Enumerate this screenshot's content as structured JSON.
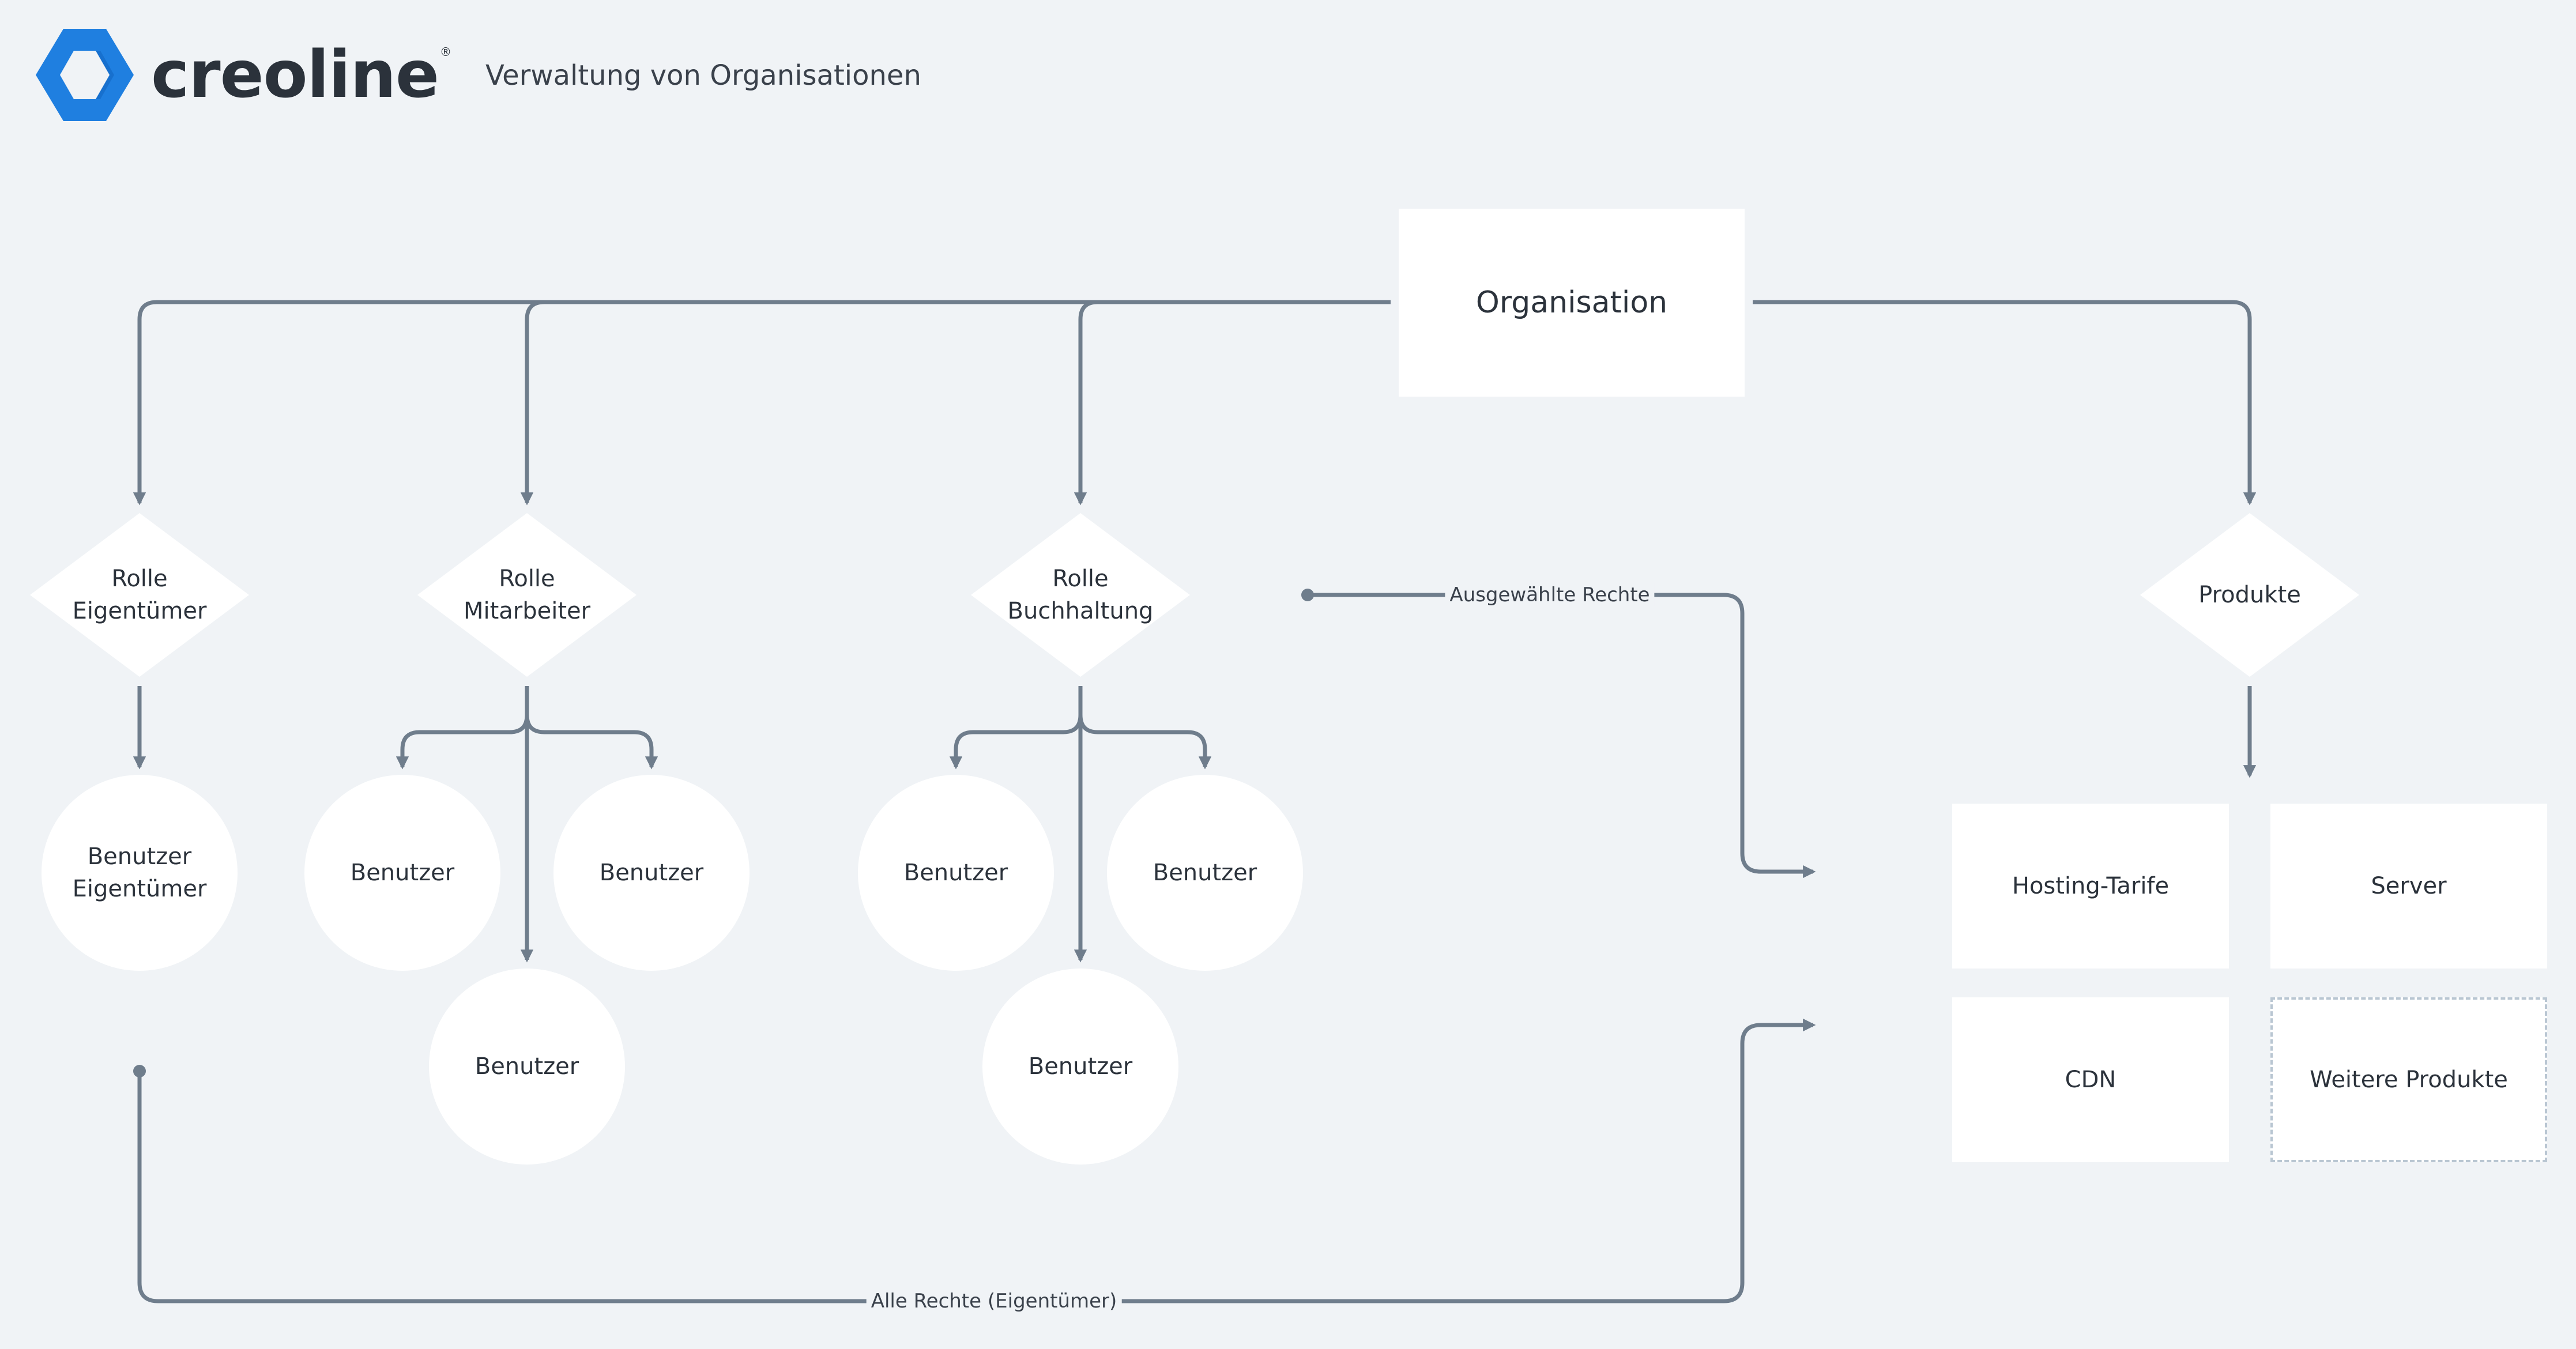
{
  "brand": {
    "name": "creoline",
    "reg": "®"
  },
  "page_title": "Verwaltung von Organisationen",
  "organisation": "Organisation",
  "roles": [
    {
      "line1": "Rolle",
      "line2": "Eigentümer"
    },
    {
      "line1": "Rolle",
      "line2": "Mitarbeiter"
    },
    {
      "line1": "Rolle",
      "line2": "Buchhaltung"
    },
    {
      "line1": "Produkte",
      "line2": ""
    }
  ],
  "users": {
    "owner": {
      "line1": "Benutzer",
      "line2": "Eigentümer"
    },
    "user": "Benutzer"
  },
  "products": {
    "hosting": "Hosting-Tarife",
    "server": "Server",
    "cdn": "CDN",
    "more": "Weitere Produkte"
  },
  "edges": {
    "selected_rights": "Ausgewählte Rechte",
    "all_rights": "Alle Rechte (Eigentümer)"
  },
  "colors": {
    "line": "#6f7d8c",
    "logo": "#1f7fe0",
    "node": "#ffffff",
    "background": "#f0f3f6"
  }
}
